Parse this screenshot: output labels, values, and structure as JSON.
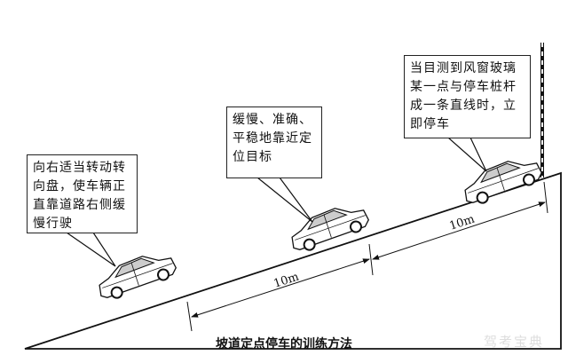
{
  "callouts": [
    {
      "text": "向右适当转动转向盘，使车辆正直靠道路右侧缓慢行驶"
    },
    {
      "text": "缓慢、准确、平稳地靠近定位目标"
    },
    {
      "text": "当目测到风窗玻璃某一点与停车桩杆成一条直线时，立即停车"
    }
  ],
  "dimensions": [
    {
      "label": "10m"
    },
    {
      "label": "10m"
    }
  ],
  "caption": "坡道定点停车的训练方法",
  "watermark": "驾考宝典"
}
